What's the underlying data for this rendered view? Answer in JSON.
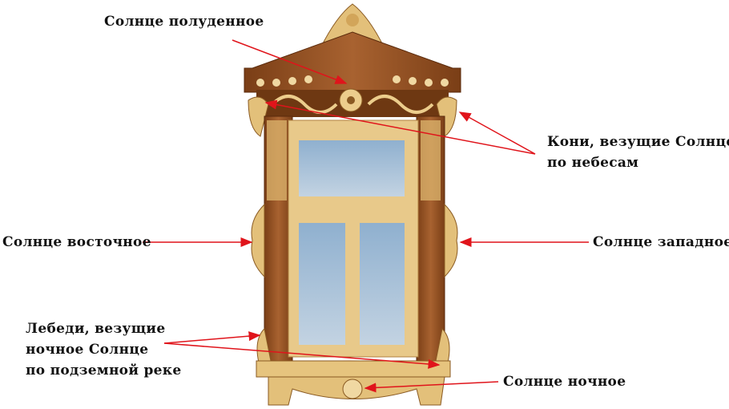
{
  "labels": {
    "noon_sun": "Солнце полуденное",
    "horses_line1": "Кони, везущие Солнце",
    "horses_line2": "по небесам",
    "east_sun": "Солнце восточное",
    "west_sun": "Солнце западное",
    "swans_line1": "Лебеди, везущие",
    "swans_line2": "ночное Солнце",
    "swans_line3": "по подземной реке",
    "night_sun": "Солнце ночное"
  },
  "colors": {
    "arrow": "#e0141b",
    "wood_dark": "#8a4a1c",
    "wood_light": "#e8c98a",
    "glass": "#a9c4dc"
  }
}
